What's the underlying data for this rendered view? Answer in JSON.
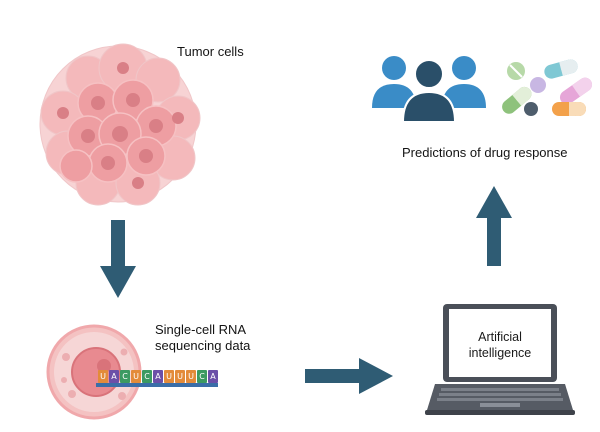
{
  "labels": {
    "tumor_cells": "Tumor cells",
    "scrna_line1": "Single-cell RNA",
    "scrna_line2": "sequencing data",
    "predictions": "Predictions of drug response",
    "ai_line1": "Artificial",
    "ai_line2": "intelligence"
  },
  "rna_letters": [
    "U",
    "A",
    "C",
    "U",
    "C",
    "A",
    "U",
    "U",
    "U",
    "C",
    "A"
  ],
  "colors": {
    "arrow": "#2f5c74",
    "people": "#3a8cc7",
    "people_center": "#2a4f69",
    "tumor": "#f2a7aa",
    "laptop": "#4a4f58"
  }
}
